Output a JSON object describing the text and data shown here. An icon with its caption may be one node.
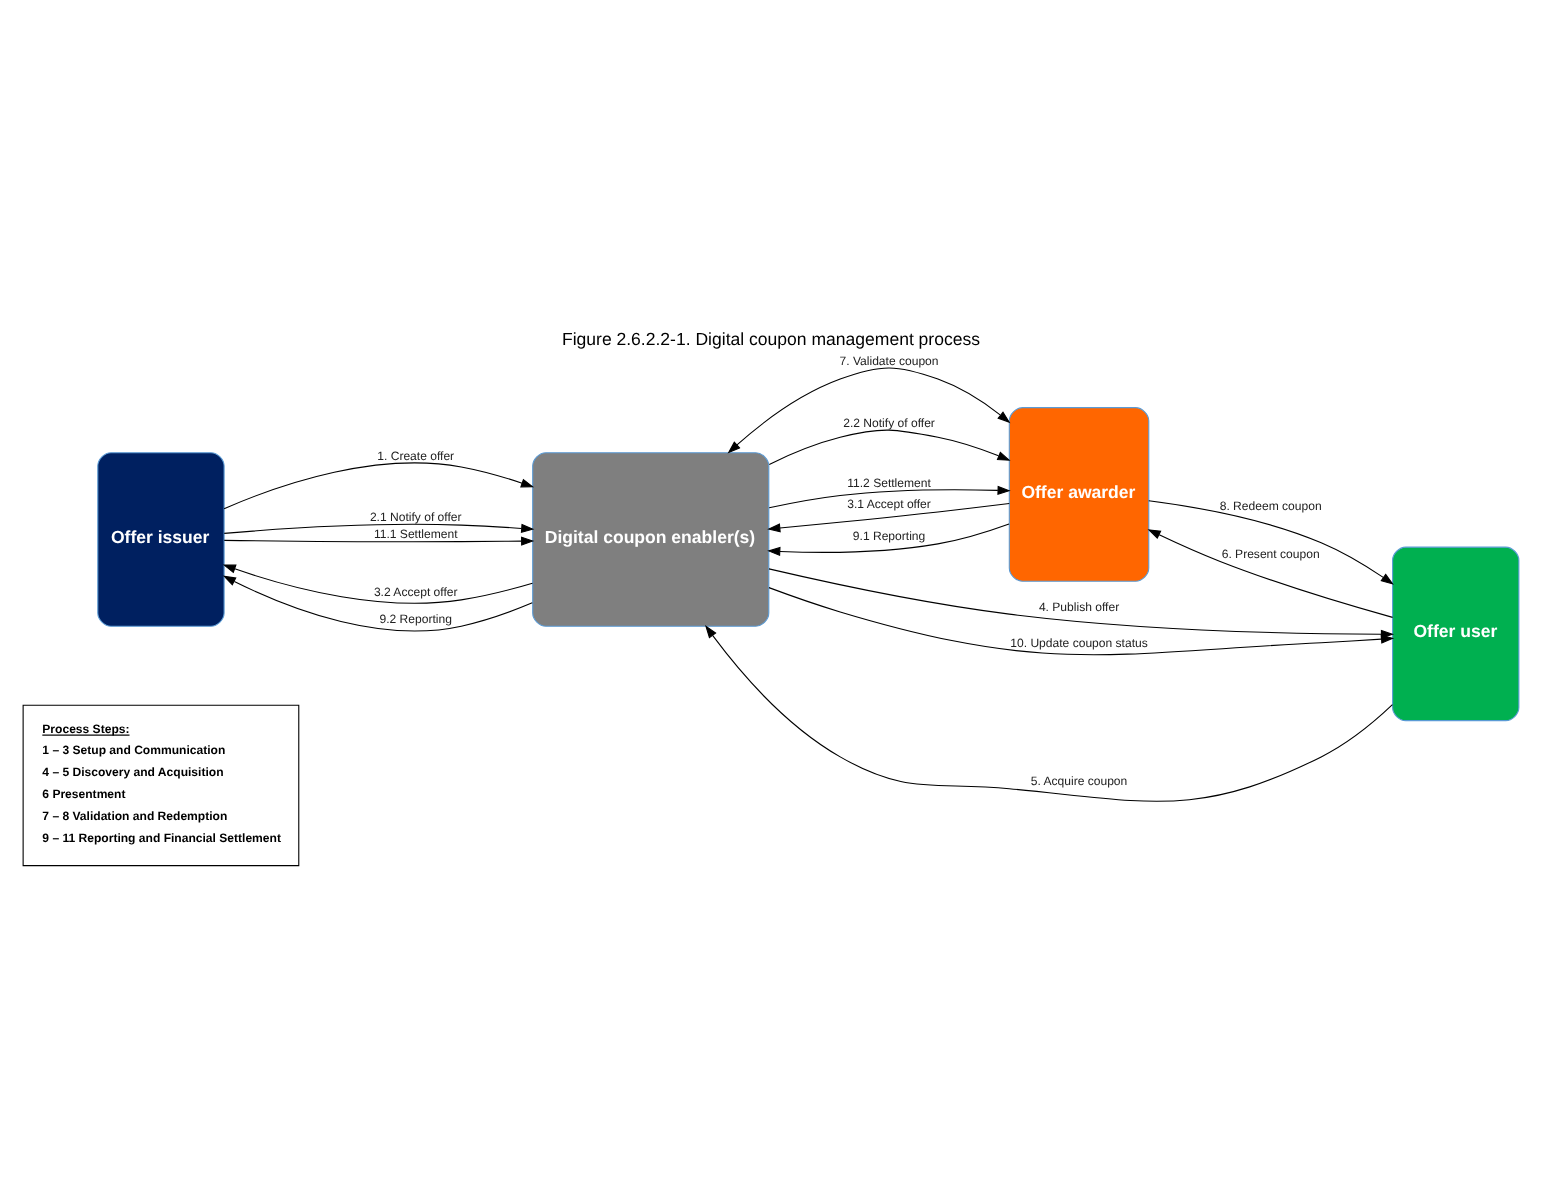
{
  "diagram": {
    "title": "Figure 2.6.2.2-1. Digital coupon management process",
    "nodes": [
      {
        "text": [
          "Offer issuer"
        ]
      },
      {
        "text": [
          "Digital coupon enabler(s)"
        ]
      },
      {
        "text": [
          "Offer awarder"
        ]
      },
      {
        "text": [
          "Offer user"
        ]
      },
      {
        "text": [
          "Process Steps:",
          "1 – 3 Setup and Communication",
          "4 – 5 Discovery and Acquisition",
          "6 Presentment",
          "7 – 8 Validation and Redemption",
          "9 – 11 Reporting and Financial Settlement"
        ]
      }
    ],
    "edges": [
      {
        "from": 0,
        "to": 1,
        "arrow": "to",
        "label": "1. Create offer"
      },
      {
        "from": 0,
        "to": 1,
        "arrow": "to",
        "label": "2.1 Notify of offer"
      },
      {
        "from": 1,
        "to": 0,
        "arrow": "to",
        "label": "3.2 Accept offer"
      },
      {
        "from": 1,
        "to": 0,
        "arrow": "to",
        "label": "9.2 Reporting"
      },
      {
        "from": 0,
        "to": 1,
        "arrow": "to",
        "label": "11.1 Settlement"
      },
      {
        "from": 1,
        "to": 2,
        "arrow": "both",
        "label": "7. Validate coupon"
      },
      {
        "from": 1,
        "to": 2,
        "arrow": "to",
        "label": "2.2 Notify of offer"
      },
      {
        "from": 2,
        "to": 1,
        "arrow": "to",
        "label": "3.1 Accept offer"
      },
      {
        "from": 2,
        "to": 1,
        "arrow": "to",
        "label": "9.1 Reporting"
      },
      {
        "from": 1,
        "to": 2,
        "arrow": "to",
        "label": "11.2 Settlement"
      },
      {
        "from": 1,
        "to": 3,
        "arrow": "to",
        "label": "4. Publish offer"
      },
      {
        "from": 3,
        "to": 1,
        "arrow": "to",
        "label": "5. Acquire coupon"
      },
      {
        "from": 1,
        "to": 3,
        "arrow": "to",
        "label": "10. Update coupon status"
      },
      {
        "from": 3,
        "to": 2,
        "arrow": "to",
        "label": "6. Present coupon"
      },
      {
        "from": 2,
        "to": 3,
        "arrow": "to",
        "label": "8. Redeem coupon"
      }
    ]
  }
}
